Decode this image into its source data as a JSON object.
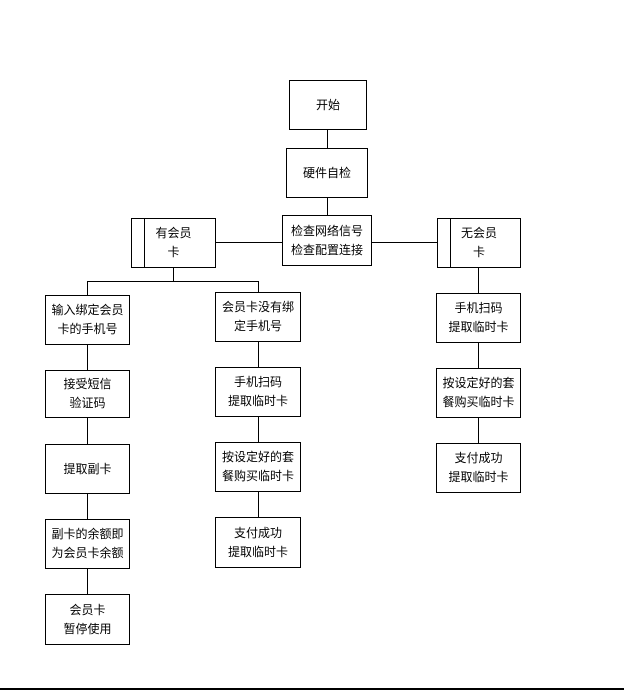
{
  "flowchart": {
    "colors": {
      "line": "#000000",
      "background": "#ffffff",
      "text": "#000000"
    },
    "nodes": {
      "start": "开始",
      "hardware_check": "硬件自检",
      "network_check": "检查网络信号\n检查配置连接",
      "has_member_card": "有会员\n卡",
      "no_member_card": "无会员\n卡",
      "left_1": "输入绑定会员\n卡的手机号",
      "left_2": "接受短信\n验证码",
      "left_3": "提取副卡",
      "left_4": "副卡的余额即\n为会员卡余额",
      "left_5": "会员卡\n暂停使用",
      "mid_1": "会员卡没有绑\n定手机号",
      "mid_2": "手机扫码\n提取临时卡",
      "mid_3": "按设定好的套\n餐购买临时卡",
      "mid_4": "支付成功\n提取临时卡",
      "right_1": "手机扫码\n提取临时卡",
      "right_2": "按设定好的套\n餐购买临时卡",
      "right_3": "支付成功\n提取临时卡"
    }
  }
}
